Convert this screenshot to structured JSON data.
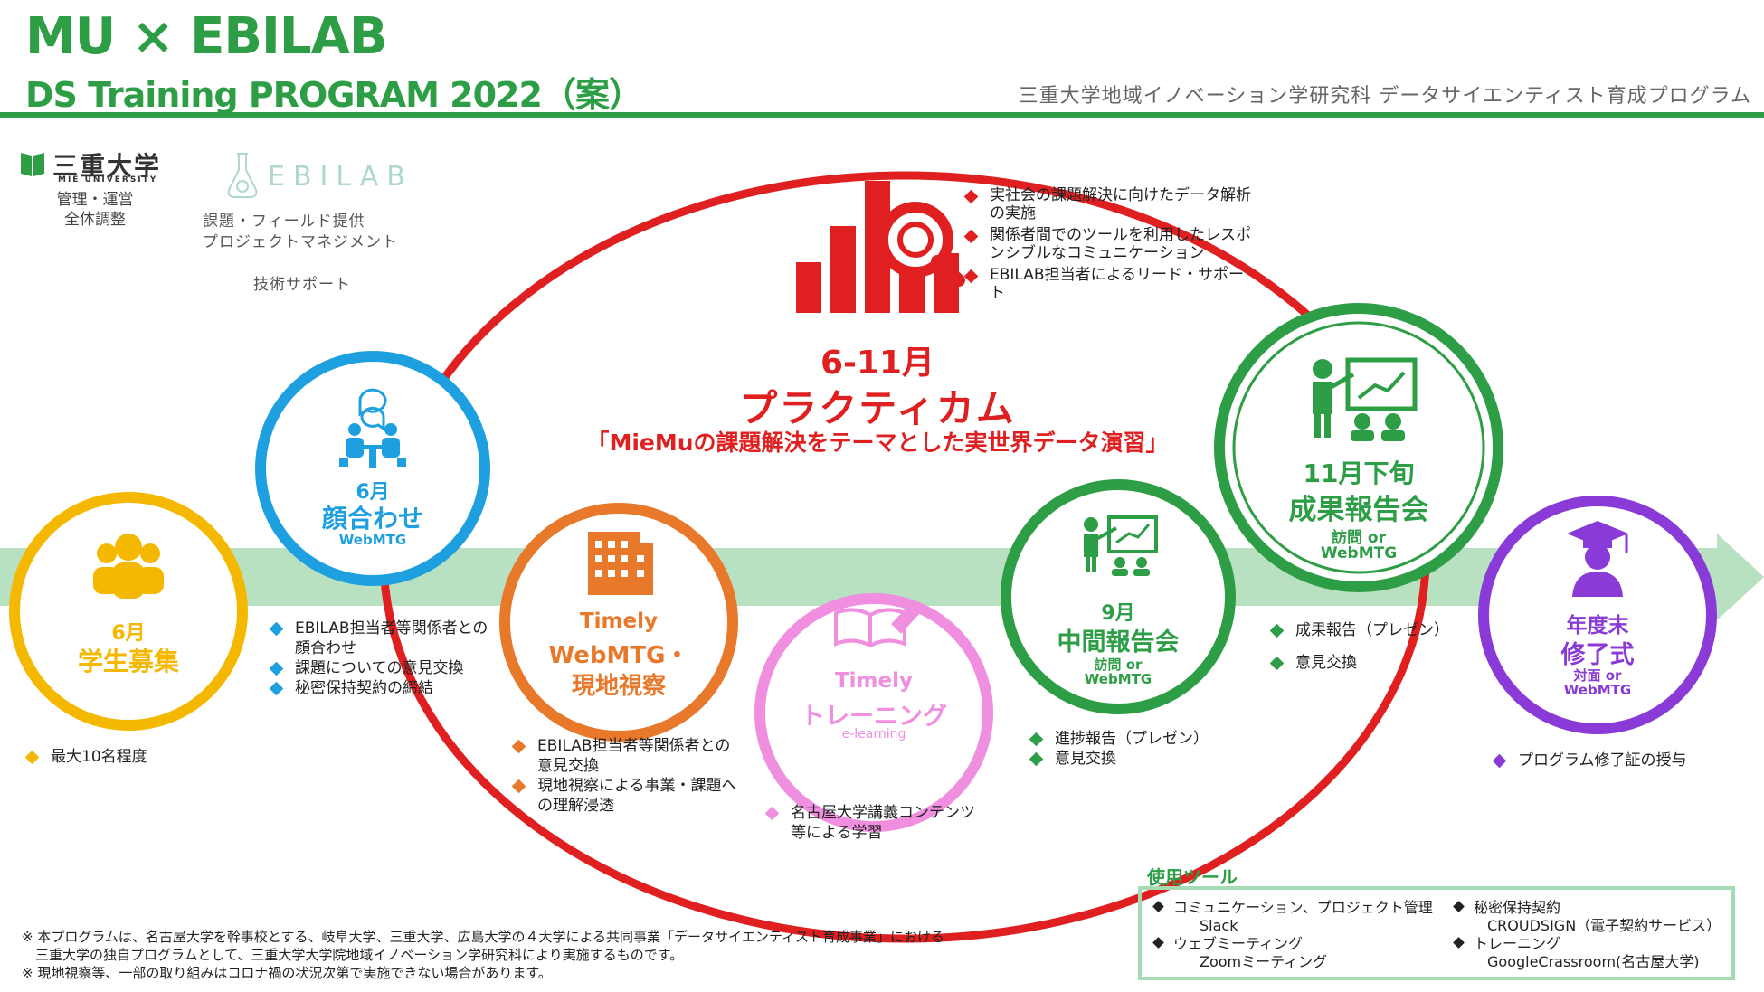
{
  "header": {
    "title_line1": "MU × EBILAB",
    "title_line2": "DS Training PROGRAM 2022（案）",
    "subtitle_right": "三重大学地域イノベーション学研究科 データサイエンティスト育成プログラム"
  },
  "partners": {
    "mie_logo_text": "三重大学",
    "mie_logo_en": "MIE UNIVERSITY",
    "mie_role": "管理・運営\n全体調整",
    "ebilab_logo_text": "EBILAB",
    "ebilab_role": "課題・フィールド提供\nプロジェクトマネジメント",
    "ebilab_support": "技術サポート"
  },
  "colors": {
    "green": "#2e9e46",
    "red": "#e02020",
    "yellow": "#f5b800",
    "blue": "#1ea0e0",
    "orange": "#e8782a",
    "pink": "#f08ee0",
    "purple": "#8a3ad6",
    "arrow": "#b7e1c1"
  },
  "center": {
    "month": "6-11月",
    "title": "プラクティカム",
    "subtitle": "「MieMuの課題解決をテーマとした実世界データ演習」",
    "icon": "chart-search-icon",
    "bullets": [
      "実社会の課題解決に向けたデータ解析の実施",
      "関係者間でのツールを利用したレスポンシブルなコミュニケーション",
      "EBILAB担当者によるリード・サポート"
    ]
  },
  "steps": {
    "recruit": {
      "icon": "people-group-icon",
      "line1": "6月",
      "line2": "学生募集",
      "bullets": [
        "最大10名程度"
      ]
    },
    "meeting": {
      "icon": "meeting-icon",
      "line1": "6月",
      "line2": "顔合わせ",
      "line3": "WebMTG",
      "bullets": [
        "EBILAB担当者等関係者との顔合わせ",
        "課題についての意見交換",
        "秘密保持契約の締結"
      ]
    },
    "visit": {
      "icon": "building-icon",
      "line1": "Timely",
      "line2": "WebMTG・",
      "line3": "現地視察",
      "bullets": [
        "EBILAB担当者等関係者との意見交換",
        "現地視察による事業・課題への理解浸透"
      ]
    },
    "training": {
      "icon": "book-pen-icon",
      "line1": "Timely",
      "line2": "トレーニング",
      "line3": "e-learning",
      "bullets": [
        "名古屋大学講義コンテンツ等による学習"
      ]
    },
    "midterm": {
      "icon": "presentation-icon",
      "line1": "9月",
      "line2": "中間報告会",
      "line3": "訪問 or",
      "line4": "WebMTG",
      "bullets": [
        "進捗報告（プレゼン）",
        "意見交換"
      ]
    },
    "final": {
      "icon": "presentation-icon",
      "line1": "11月下旬",
      "line2": "成果報告会",
      "line3": "訪問 or",
      "line4": "WebMTG",
      "bullets": [
        "成果報告（プレゼン）",
        "意見交換"
      ]
    },
    "graduation": {
      "icon": "graduate-icon",
      "line1": "年度末",
      "line2": "修了式",
      "line3": "対面 or",
      "line4": "WebMTG",
      "bullets": [
        "プログラム修了証の授与"
      ]
    }
  },
  "tools": {
    "heading": "使用ツール",
    "items": [
      {
        "label": "コミュニケーション、プロジェクト管理",
        "detail": "Slack"
      },
      {
        "label": "ウェブミーティング",
        "detail": "Zoomミーティング"
      },
      {
        "label": "秘密保持契約",
        "detail": "CROUDSIGN（電子契約サービス）"
      },
      {
        "label": "トレーニング",
        "detail": "GoogleCrassroom(名古屋大学)"
      }
    ]
  },
  "footnote": "※ 本プログラムは、名古屋大学を幹事校とする、岐阜大学、三重大学、広島大学の４大学による共同事業「データサイエンティスト育成事業」における\n　三重大学の独自プログラムとして、三重大学大学院地域イノベーション学研究科により実施するものです。\n※ 現地視察等、一部の取り組みはコロナ禍の状況次第で実施できない場合があります。"
}
